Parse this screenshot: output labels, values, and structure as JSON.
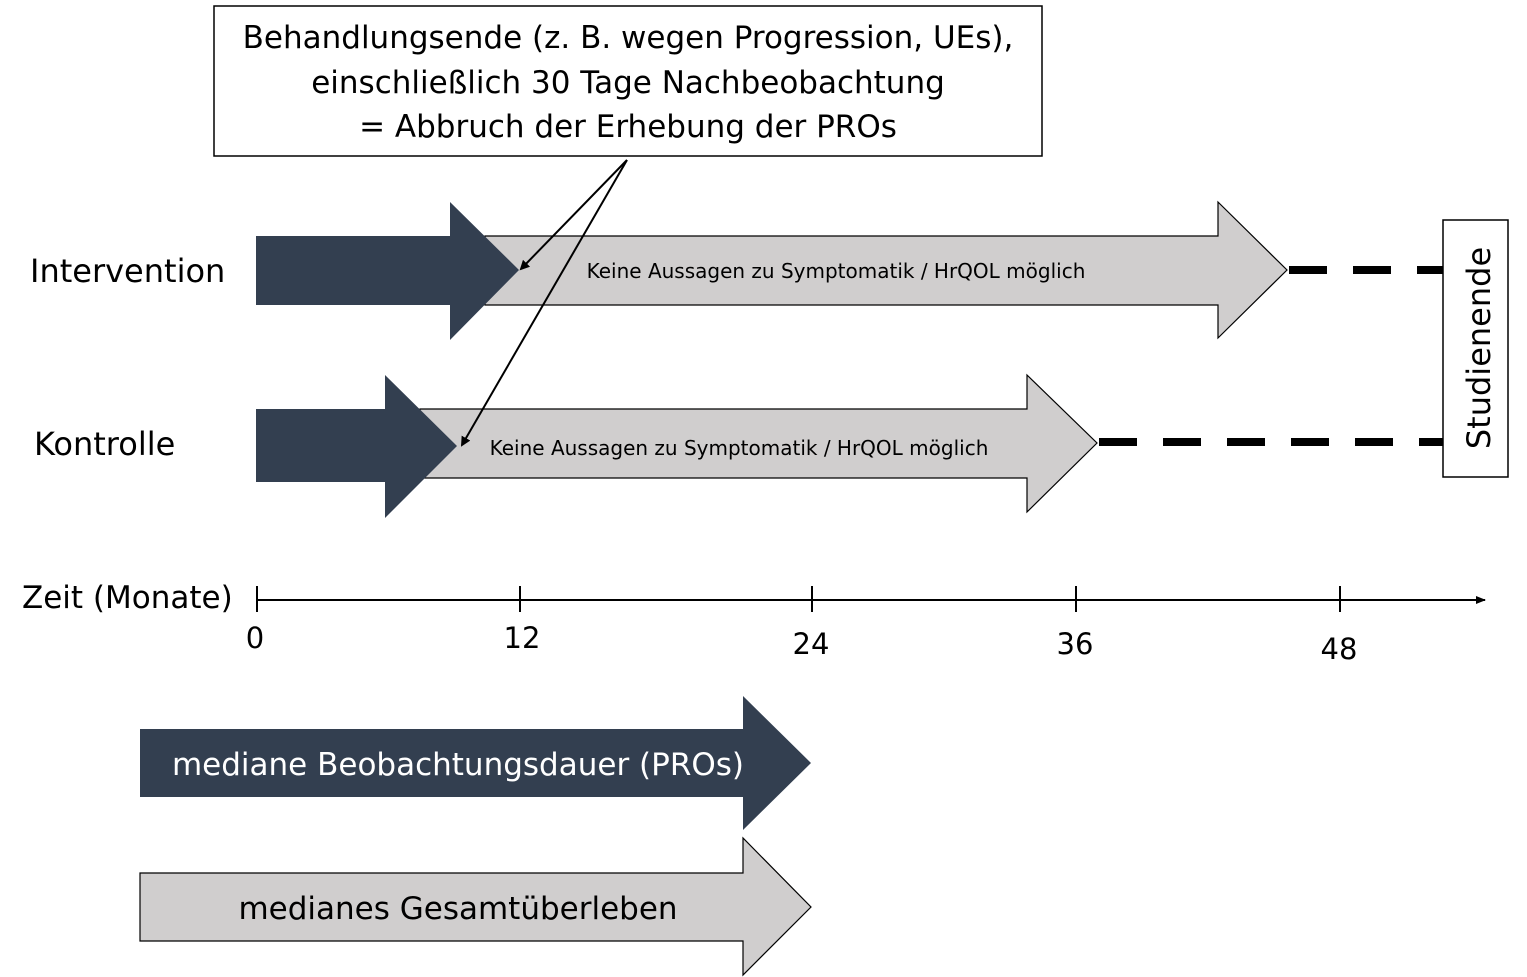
{
  "callout": {
    "line1": "Behandlungsende (z. B. wegen Progression, UEs),",
    "line2": "einschließlich 30 Tage Nachbeobachtung",
    "line3": "= Abbruch der Erhebung der PROs"
  },
  "rows": {
    "intervention": {
      "label": "Intervention",
      "gray_text": "Keine Aussagen zu Symptomatik / HrQOL möglich"
    },
    "kontrolle": {
      "label": "Kontrolle",
      "gray_text": "Keine Aussagen zu Symptomatik / HrQOL möglich"
    }
  },
  "study_end": "Studienende",
  "axis": {
    "label": "Zeit (Monate)",
    "ticks": [
      "0",
      "12",
      "24",
      "36",
      "48"
    ]
  },
  "legend": {
    "dark": "mediane Beobachtungsdauer (PROs)",
    "gray": "medianes Gesamtüberleben"
  },
  "colors": {
    "dark": "#333F50",
    "gray": "#D0CECE"
  }
}
